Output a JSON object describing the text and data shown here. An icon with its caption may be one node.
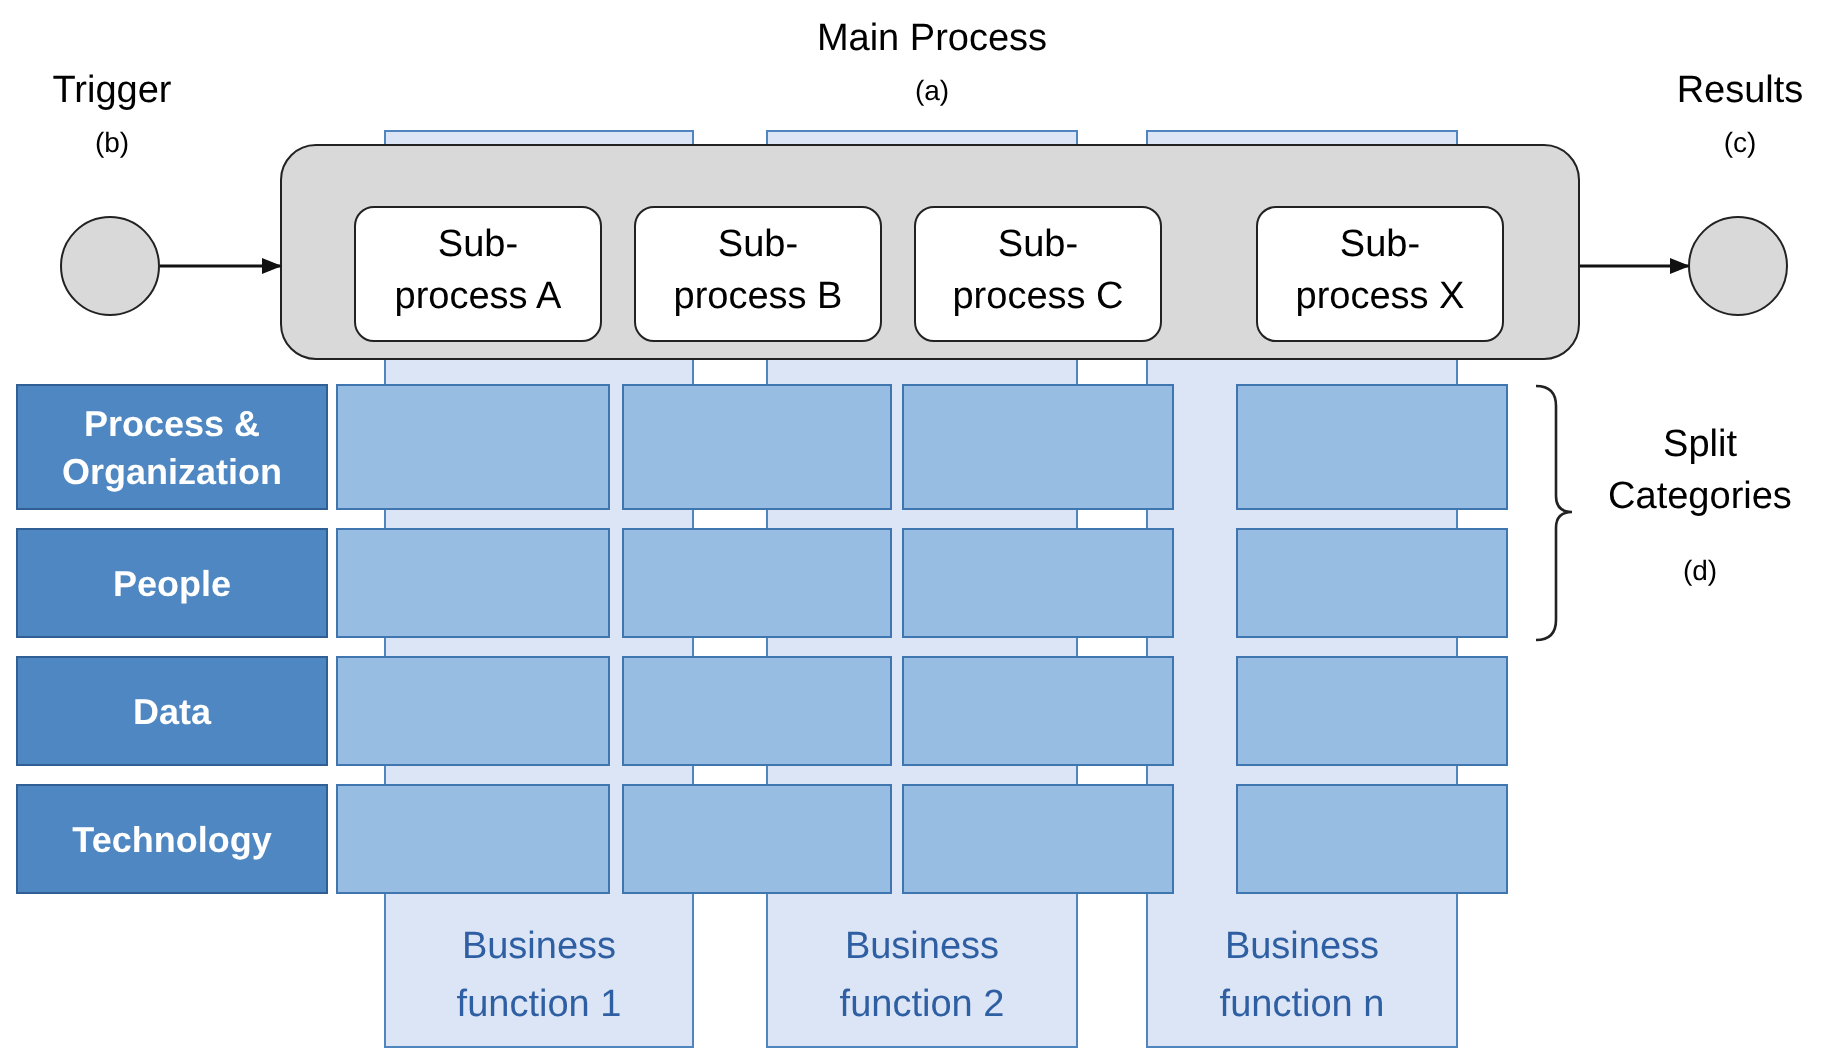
{
  "diagram": {
    "nodes": [
      {
        "text": [
          "Trigger",
          "(b)"
        ]
      },
      {
        "text": [
          "Main Process",
          "(a)"
        ]
      },
      {
        "text": [
          "Sub-process A"
        ],
        "in": 1
      },
      {
        "text": [
          "Sub-process B"
        ],
        "in": 1
      },
      {
        "text": [
          "Sub-process C"
        ],
        "in": 1
      },
      {
        "text": [
          "Sub-process X"
        ],
        "in": 1
      },
      {
        "text": [
          "Results",
          "(c)"
        ]
      },
      {
        "text": [
          "Process & Organization"
        ]
      },
      {
        "text": [],
        "shape": "box"
      },
      {
        "text": [],
        "shape": "box"
      },
      {
        "text": [],
        "shape": "box"
      },
      {
        "text": [],
        "shape": "box"
      },
      {
        "text": [
          "People"
        ]
      },
      {
        "text": [],
        "shape": "box"
      },
      {
        "text": [],
        "shape": "box"
      },
      {
        "text": [],
        "shape": "box"
      },
      {
        "text": [],
        "shape": "box"
      },
      {
        "text": [
          "Data"
        ]
      },
      {
        "text": [],
        "shape": "box"
      },
      {
        "text": [],
        "shape": "box"
      },
      {
        "text": [],
        "shape": "box"
      },
      {
        "text": [],
        "shape": "box"
      },
      {
        "text": [
          "Technology"
        ]
      },
      {
        "text": [],
        "shape": "box"
      },
      {
        "text": [],
        "shape": "box"
      },
      {
        "text": [],
        "shape": "box"
      },
      {
        "text": [],
        "shape": "box"
      },
      {
        "text": [
          "Business function 1"
        ]
      },
      {
        "text": [
          "Business function 2"
        ]
      },
      {
        "text": [
          "Business function n"
        ]
      }
    ],
    "edges": [
      {
        "from": 0,
        "to": 1,
        "arrow": "to"
      },
      {
        "from": 1,
        "to": 6,
        "arrow": "to"
      }
    ],
    "labels": [
      "Split Categories",
      "(d)"
    ]
  }
}
